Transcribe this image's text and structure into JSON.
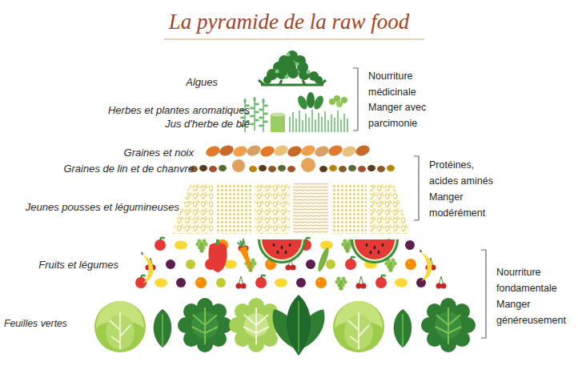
{
  "diagram": {
    "title": "La pyramide de la raw food",
    "labels": [
      "Algues",
      "Herbes et plantes aromatiques",
      "Jus d'herbe de blé",
      "Graines et noix",
      "Graines de lin et de chanvre",
      "Jeunes pousses et légumineuses",
      "Fruits et légumes",
      "Feuilles vertes",
      "Nourriture médicinale",
      "Manger avec parcimonie",
      "Protéines, acides aminés",
      "Manger modérément",
      "Nourriture fondamentale",
      "Manger généreusement"
    ]
  }
}
